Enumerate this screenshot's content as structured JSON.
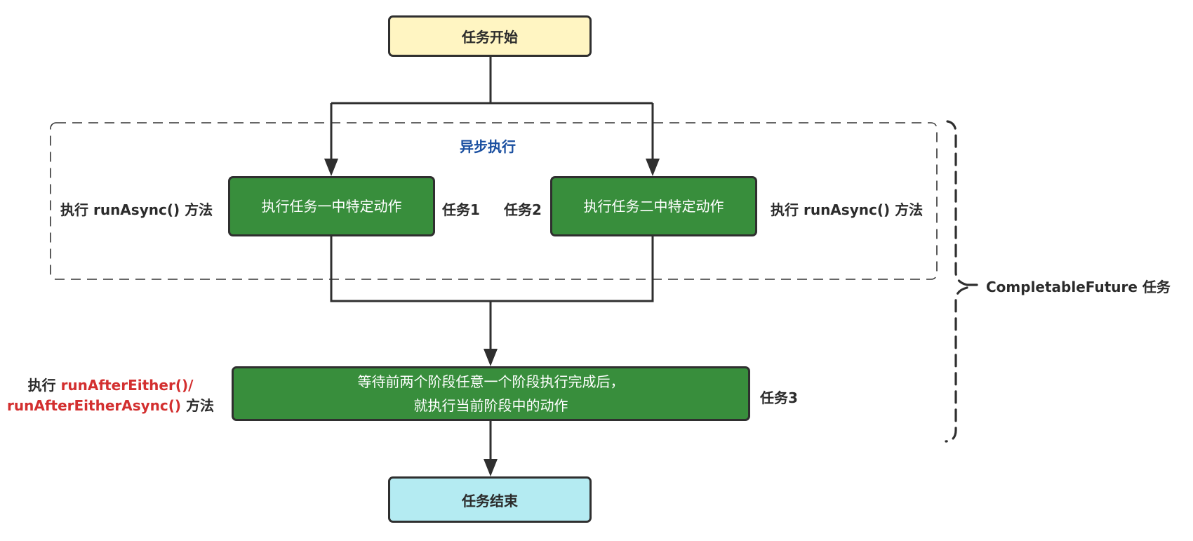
{
  "diagram": {
    "start_node": "任务开始",
    "end_node": "任务结束",
    "async_group_label": "异步执行",
    "task1": {
      "action": "执行任务一中特定动作",
      "name": "任务1",
      "method_prefix": "执行",
      "method": "runAsync()",
      "method_suffix": "方法"
    },
    "task2": {
      "action": "执行任务二中特定动作",
      "name": "任务2",
      "method_prefix": "执行",
      "method": "runAsync()",
      "method_suffix": "方法"
    },
    "task3": {
      "action_line1": "等待前两个阶段任意一个阶段执行完成后，",
      "action_line2": "就执行当前阶段中的动作",
      "name": "任务3",
      "method_prefix": "执行",
      "method_line1": "runAfterEither()/",
      "method_line2": "runAfterEitherAsync()",
      "method_suffix": "方法"
    },
    "brace_label": "CompletableFuture 任务"
  },
  "colors": {
    "start_fill": "#fff5c2",
    "end_fill": "#b4ebf2",
    "task_fill": "#388e3c",
    "highlight_text": "#d32f2f",
    "group_label": "#1a4fa0",
    "stroke": "#2f2f2f"
  }
}
